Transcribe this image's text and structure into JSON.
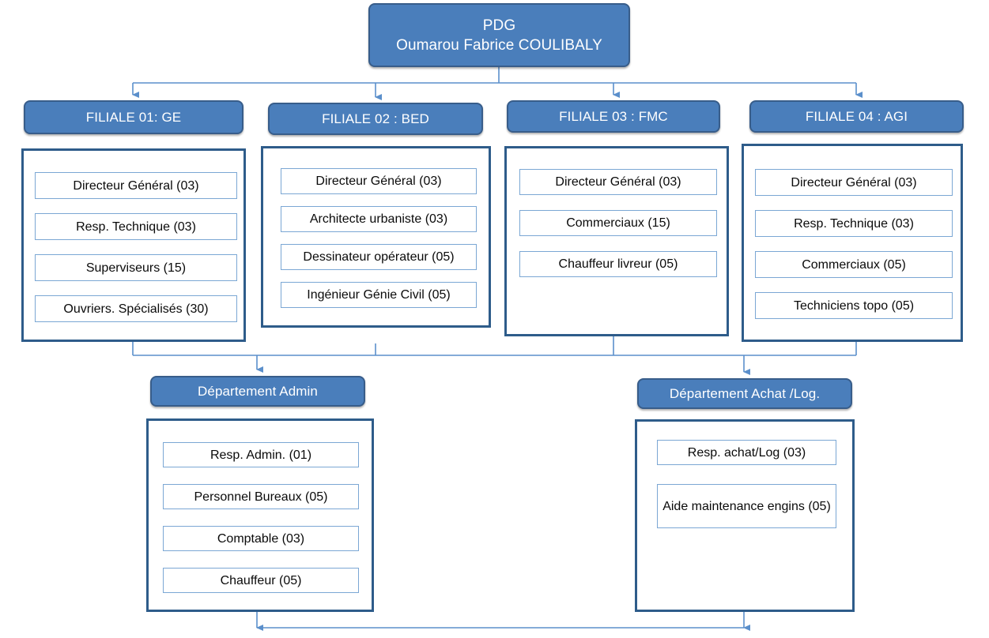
{
  "diagram": {
    "title_box": {
      "line1": "PDG",
      "line2": "Oumarou Fabrice COULIBALY"
    },
    "colors": {
      "pill_fill": "#4A7EBB",
      "pill_border": "#385D8A",
      "container_border": "#2E5C8A",
      "item_border": "#7BA7D4",
      "connector": "#5B8FCB",
      "text_on_pill": "#FFFFFF",
      "text_on_item": "#0A0A0A"
    },
    "branches": [
      {
        "id": "filiale-01",
        "header": "FILIALE 01: GE",
        "items": [
          "Directeur Général (03)",
          "Resp. Technique (03)",
          "Superviseurs (15)",
          "Ouvriers. Spécialisés (30)"
        ]
      },
      {
        "id": "filiale-02",
        "header": "FILIALE 02 : BED",
        "items": [
          "Directeur Général (03)",
          "Architecte urbaniste (03)",
          "Dessinateur opérateur (05)",
          "Ingénieur Génie Civil (05)"
        ]
      },
      {
        "id": "filiale-03",
        "header": "FILIALE 03 : FMC",
        "items": [
          "Directeur Général (03)",
          "Commerciaux (15)",
          "Chauffeur livreur (05)"
        ]
      },
      {
        "id": "filiale-04",
        "header": "FILIALE 04 : AGI",
        "items": [
          "Directeur Général (03)",
          "Resp. Technique  (03)",
          "Commerciaux (05)",
          "Techniciens topo (05)"
        ]
      }
    ],
    "departments": [
      {
        "id": "departement-admin",
        "header": "Département Admin",
        "items": [
          "Resp. Admin. (01)",
          "Personnel Bureaux (05)",
          "Comptable  (03)",
          "Chauffeur  (05)"
        ]
      },
      {
        "id": "departement-achat-log",
        "header": "Département Achat /Log.",
        "items": [
          "Resp. achat/Log (03)",
          "Aide maintenance engins (05)"
        ]
      }
    ]
  }
}
